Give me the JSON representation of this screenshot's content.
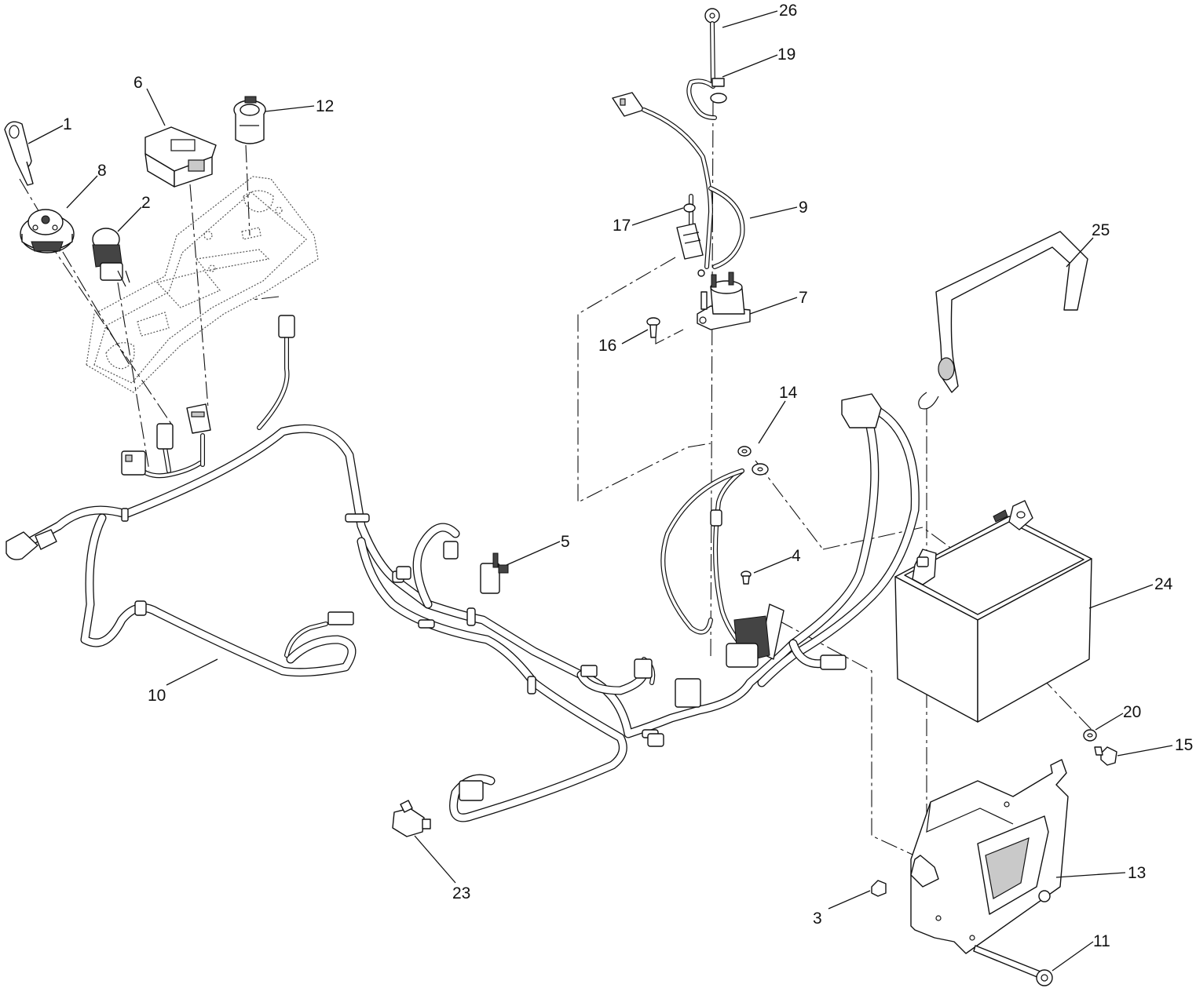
{
  "callouts": [
    {
      "id": "c1",
      "label": "1"
    },
    {
      "id": "c2",
      "label": "2"
    },
    {
      "id": "c3",
      "label": "3"
    },
    {
      "id": "c4",
      "label": "4"
    },
    {
      "id": "c5",
      "label": "5"
    },
    {
      "id": "c6",
      "label": "6"
    },
    {
      "id": "c7",
      "label": "7"
    },
    {
      "id": "c8",
      "label": "8"
    },
    {
      "id": "c9",
      "label": "9"
    },
    {
      "id": "c10",
      "label": "10"
    },
    {
      "id": "c11",
      "label": "11"
    },
    {
      "id": "c12",
      "label": "12"
    },
    {
      "id": "c13",
      "label": "13"
    },
    {
      "id": "c14",
      "label": "14"
    },
    {
      "id": "c15",
      "label": "15"
    },
    {
      "id": "c16",
      "label": "16"
    },
    {
      "id": "c17",
      "label": "17"
    },
    {
      "id": "c19",
      "label": "19"
    },
    {
      "id": "c20",
      "label": "20"
    },
    {
      "id": "c23",
      "label": "23"
    },
    {
      "id": "c24",
      "label": "24"
    },
    {
      "id": "c25",
      "label": "25"
    },
    {
      "id": "c26",
      "label": "26"
    }
  ]
}
